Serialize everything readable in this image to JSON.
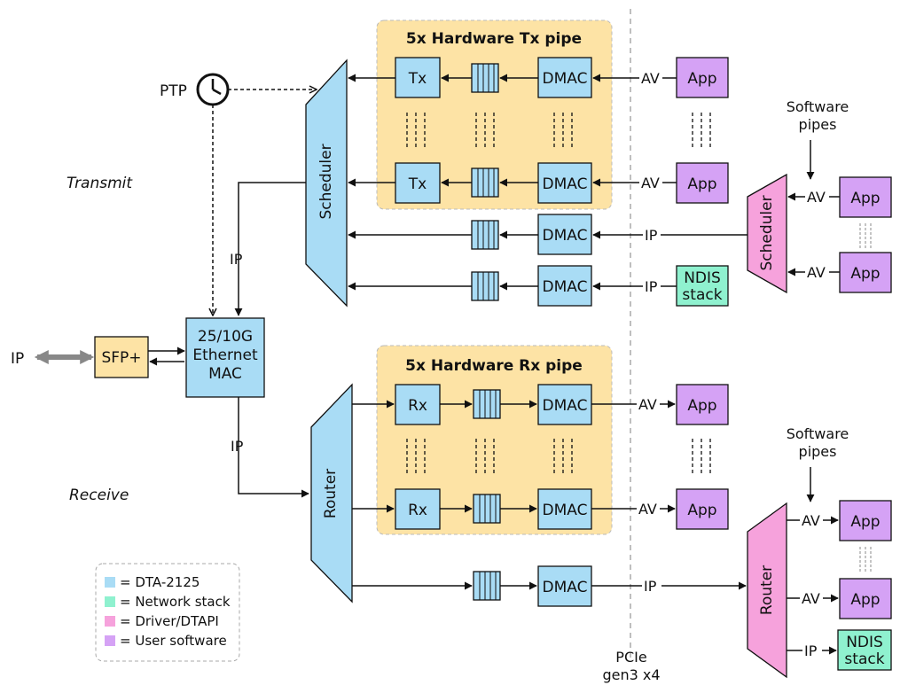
{
  "colors": {
    "dta": "#a9dcf5",
    "network": "#8ff1cf",
    "driver": "#f6a2dc",
    "user": "#d5a2f5",
    "pipe_bg": "#fde3a5",
    "sfp": "#fde3a5"
  },
  "tx_pipe": {
    "title": "5x Hardware Tx pipe",
    "tx": "Tx",
    "dmac": "DMAC"
  },
  "rx_pipe": {
    "title": "5x Hardware Rx pipe",
    "rx": "Rx",
    "dmac": "DMAC"
  },
  "scheduler": "Scheduler",
  "router": "Router",
  "mac": {
    "line1": "25/10G",
    "line2": "Ethernet",
    "line3": "MAC"
  },
  "sfp": "SFP+",
  "ptp": "PTP",
  "app": "App",
  "ndis": {
    "line1": "NDIS",
    "line2": "stack"
  },
  "labels": {
    "av": "AV",
    "ip": "IP"
  },
  "side_labels": {
    "transmit": "Transmit",
    "receive": "Receive"
  },
  "software_pipes": {
    "line1": "Software",
    "line2": "pipes"
  },
  "pcie": {
    "line1": "PCIe",
    "line2": "gen3 x4"
  },
  "legend": [
    {
      "text": "= DTA-2125",
      "color": "#a9dcf5"
    },
    {
      "text": "= Network stack",
      "color": "#8ff1cf"
    },
    {
      "text": "= Driver/DTAPI",
      "color": "#f6a2dc"
    },
    {
      "text": "= User software",
      "color": "#d5a2f5"
    }
  ]
}
